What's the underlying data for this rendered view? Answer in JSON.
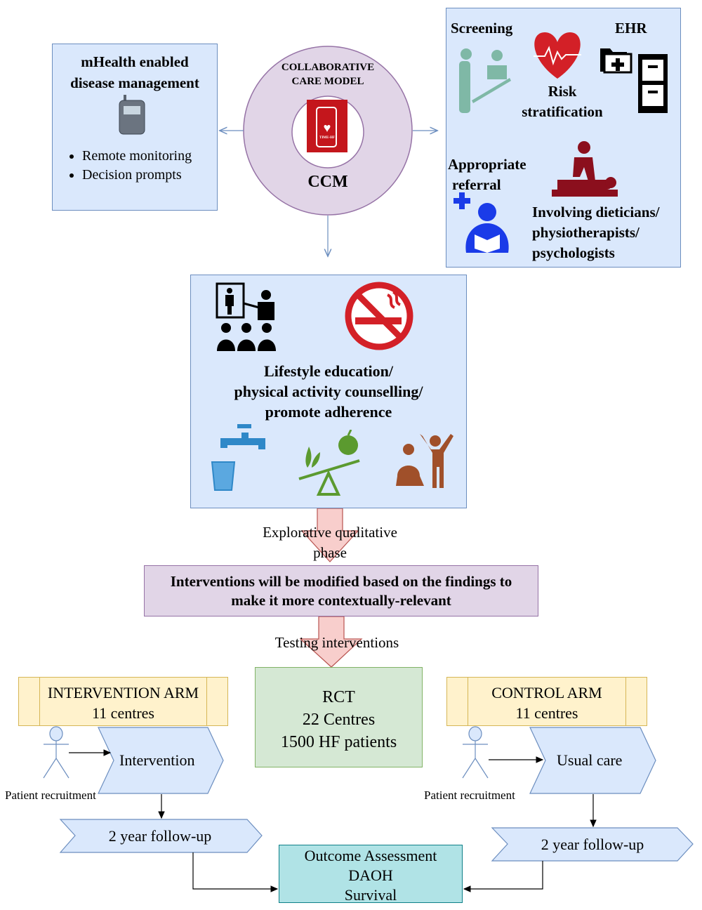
{
  "mhealth": {
    "title_line1": "mHealth enabled",
    "title_line2": "disease management",
    "bullets": [
      "Remote monitoring",
      "Decision prompts"
    ]
  },
  "ccm": {
    "title_line1": "COLLABORATIVE",
    "title_line2": "CARE MODEL",
    "label": "CCM",
    "app_logo_text": "TIME-HF"
  },
  "services": {
    "screening": "Screening",
    "ehr": "EHR",
    "risk_line1": "Risk",
    "risk_line2": "stratification",
    "referral_line1": "Appropriate",
    "referral_line2": "referral",
    "involving_line1": "Involving dieticians/",
    "involving_line2": "physiotherapists/",
    "involving_line3": "psychologists"
  },
  "lifestyle": {
    "line1": "Lifestyle education/",
    "line2": "physical activity counselling/",
    "line3": "promote adherence"
  },
  "phase": {
    "line1": "Explorative qualitative",
    "line2": "phase"
  },
  "modified": {
    "line1": "Interventions will be modified based on the findings to",
    "line2": "make it more contextually-relevant"
  },
  "testing": "Testing interventions",
  "rct": {
    "line1": "RCT",
    "line2": "22 Centres",
    "line3": "1500 HF patients"
  },
  "intervention_arm": {
    "line1": "INTERVENTION ARM",
    "line2": "11 centres",
    "step": "Intervention",
    "recruit": "Patient recruitment",
    "followup": "2 year follow-up"
  },
  "control_arm": {
    "line1": "CONTROL ARM",
    "line2": "11 centres",
    "step": "Usual care",
    "recruit": "Patient recruitment",
    "followup": "2 year follow-up"
  },
  "outcome": {
    "line1": "Outcome Assessment",
    "line2": "DAOH",
    "line3": "Survival"
  },
  "colors": {
    "blue_fill": "#dae8fc",
    "blue_stroke": "#6c8ebf",
    "purple_fill": "#e1d5e7",
    "purple_stroke": "#9673a6",
    "pink_fill": "#f8cecc",
    "yellow_fill": "#fff2cc",
    "green_fill": "#d5e8d4",
    "teal_fill": "#b0e3e6",
    "red": "#d32027"
  }
}
